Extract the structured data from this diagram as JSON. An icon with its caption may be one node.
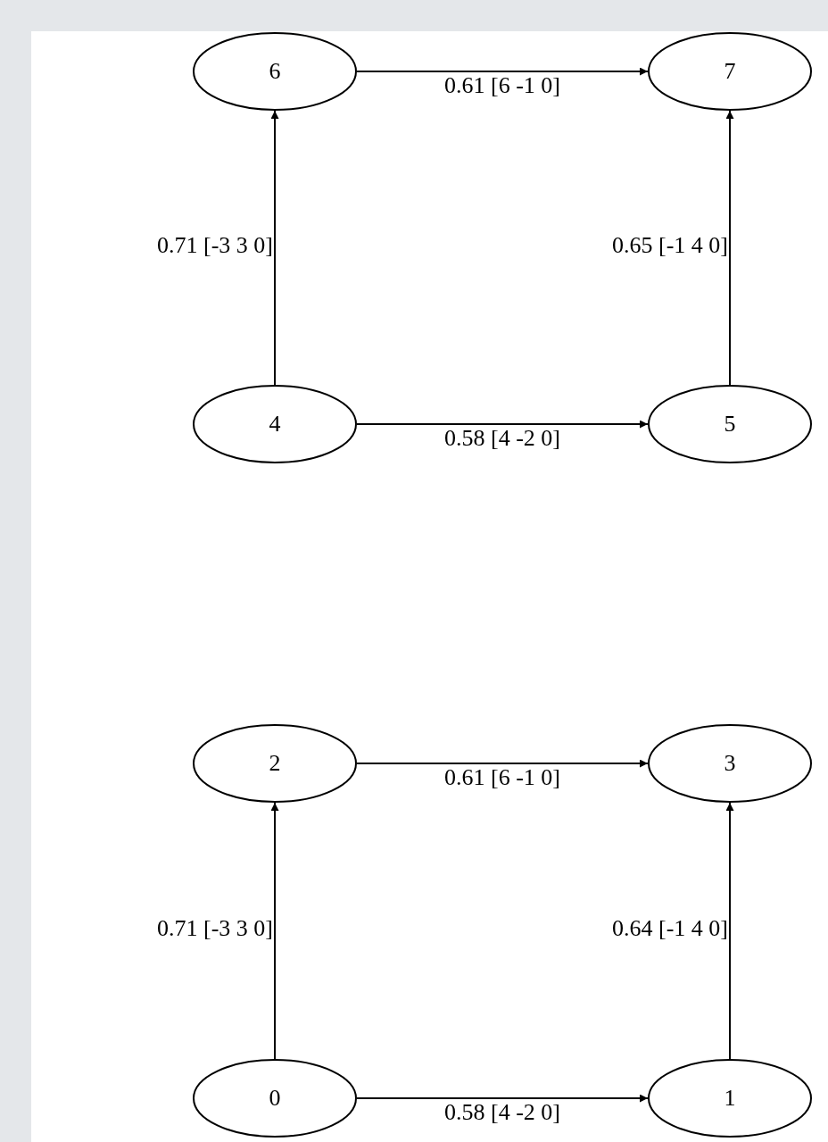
{
  "diagram": {
    "nodes": [
      {
        "text": [
          "6"
        ]
      },
      {
        "text": [
          "7"
        ]
      },
      {
        "text": [
          "4"
        ]
      },
      {
        "text": [
          "5"
        ]
      },
      {
        "text": [
          "2"
        ]
      },
      {
        "text": [
          "3"
        ]
      },
      {
        "text": [
          "0"
        ]
      },
      {
        "text": [
          "1"
        ]
      }
    ],
    "edges": [
      {
        "from": 0,
        "to": 1,
        "arrow": "to",
        "label": "0.61 [6 -1 0]"
      },
      {
        "from": 2,
        "to": 0,
        "arrow": "to",
        "label": "0.71 [-3 3 0]"
      },
      {
        "from": 3,
        "to": 1,
        "arrow": "to",
        "label": "0.65 [-1 4 0]"
      },
      {
        "from": 2,
        "to": 3,
        "arrow": "to",
        "label": "0.58 [4 -2 0]"
      },
      {
        "from": 4,
        "to": 5,
        "arrow": "to",
        "label": "0.61 [6 -1 0]"
      },
      {
        "from": 6,
        "to": 4,
        "arrow": "to",
        "label": "0.71 [-3 3 0]"
      },
      {
        "from": 7,
        "to": 5,
        "arrow": "to",
        "label": "0.64 [-1 4 0]"
      },
      {
        "from": 6,
        "to": 7,
        "arrow": "to",
        "label": "0.58 [4 -2 0]"
      }
    ]
  }
}
